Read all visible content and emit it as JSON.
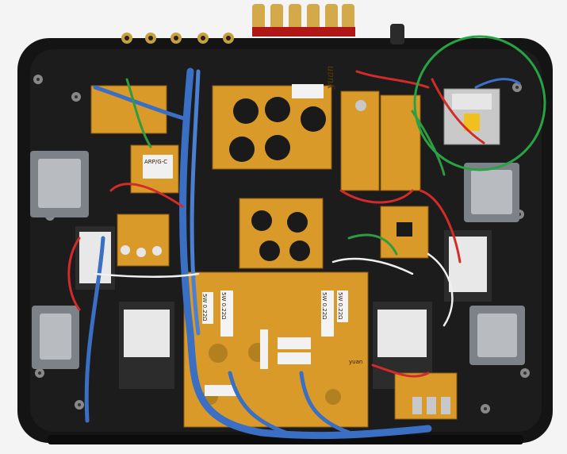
{
  "photo": {
    "board_markings": {
      "brand_1": "yuan",
      "brand_2": "yuan",
      "relay_1": "ARP/G-C",
      "resistor_1": "5W 0.22Ω",
      "resistor_2": "5W 0.22Ω",
      "resistor_3": "5W 0.22Ω",
      "resistor_4": "5W 0.22Ω"
    },
    "colors": {
      "background": "#f4f4f4",
      "chassis": "#141414",
      "pcb": "#d99a2a",
      "wire_blue": "#3a6fc4",
      "wire_red": "#d32a2a",
      "highlight_circle": "#27a344"
    }
  }
}
